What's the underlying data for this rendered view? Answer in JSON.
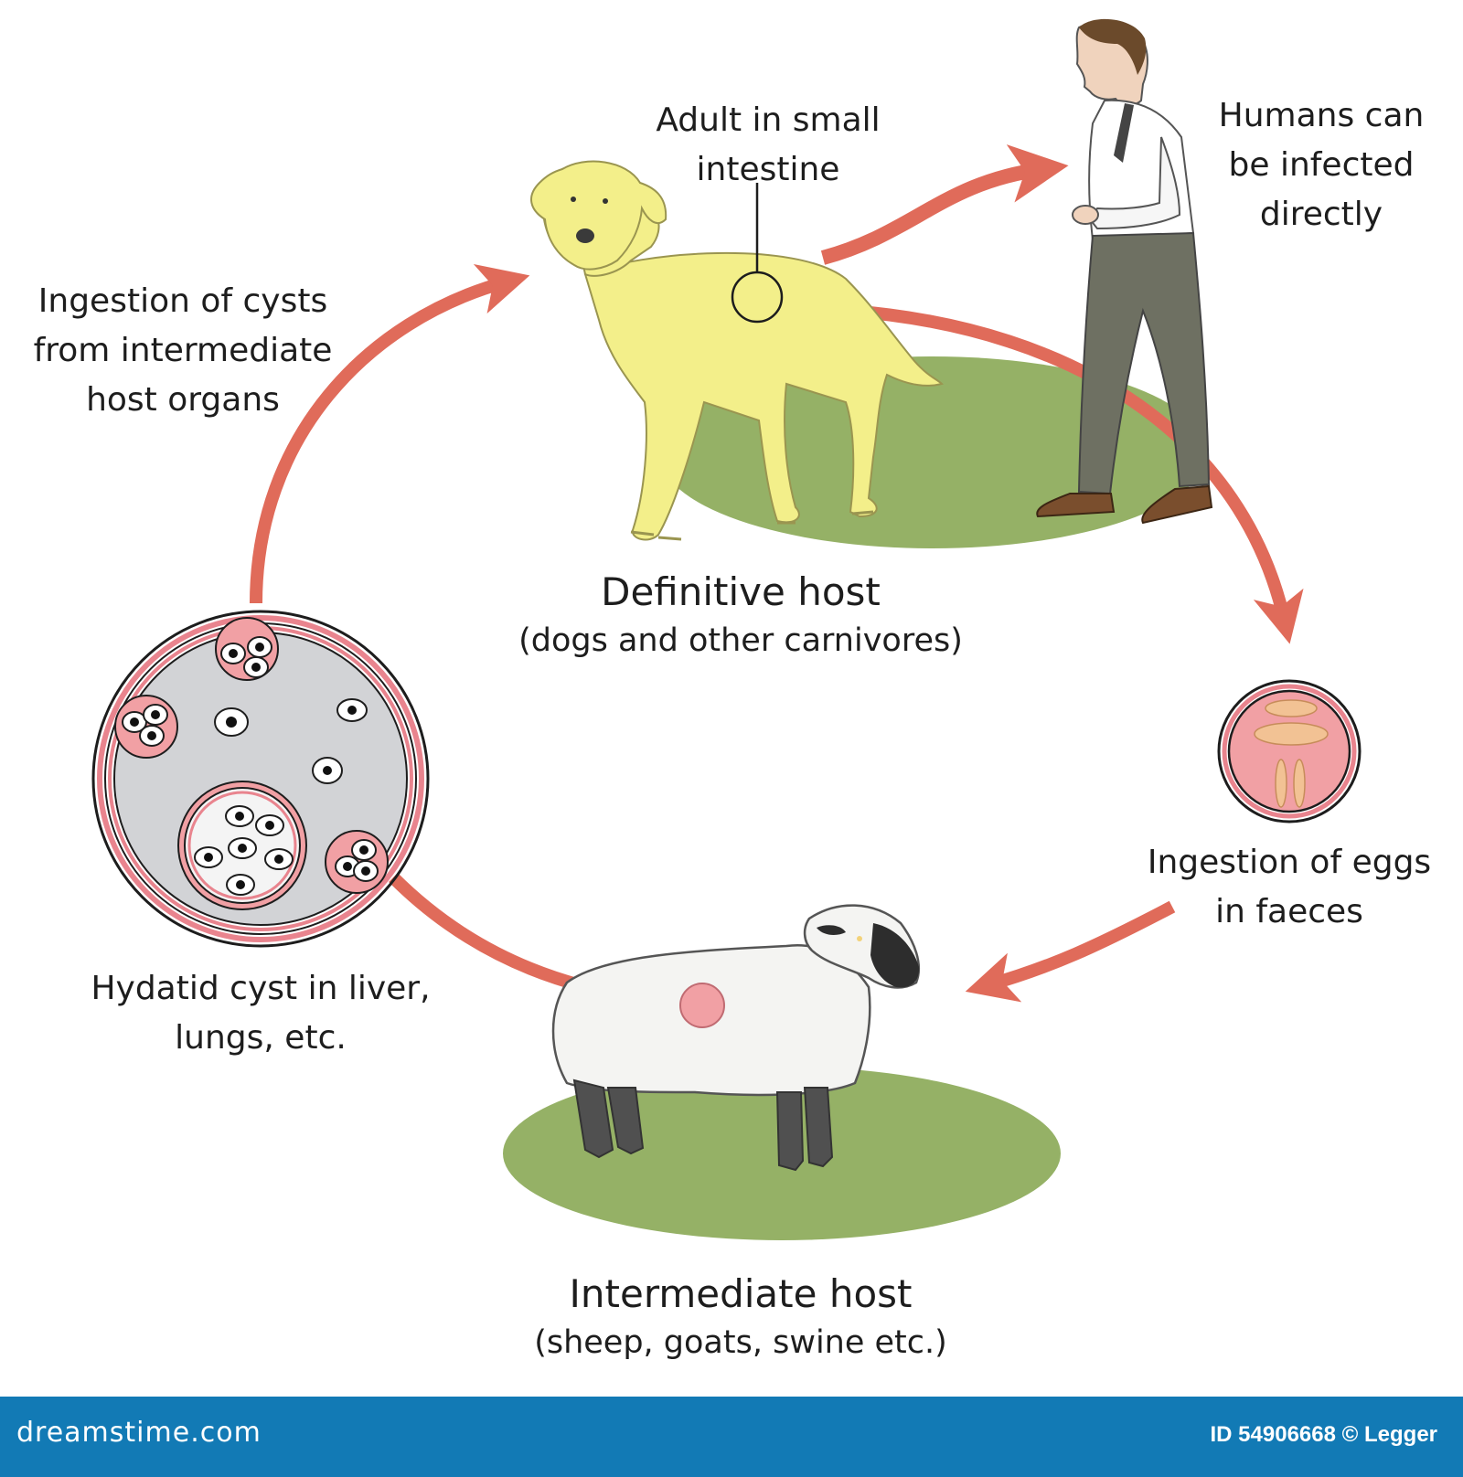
{
  "diagram": {
    "labels": {
      "adult_in_intestine": [
        "Adult in small",
        "intestine"
      ],
      "humans_infected": [
        "Humans can",
        "be infected",
        "directly"
      ],
      "ingestion_of_cysts": [
        "Ingestion of cysts",
        "from intermediate",
        "host organs"
      ],
      "definitive_host": {
        "title": "Definitive host",
        "subtitle": "(dogs and other carnivores)"
      },
      "ingestion_of_eggs": [
        "Ingestion of eggs",
        "in faeces"
      ],
      "hydatid_cyst": [
        "Hydatid cyst in liver,",
        "lungs, etc."
      ],
      "intermediate_host": {
        "title": "Intermediate host",
        "subtitle": "(sheep, goats, swine etc.)"
      }
    },
    "colors": {
      "arrow": "#e06b5a",
      "dog": "#f3ef8a",
      "grass": "#8fad5e",
      "cyst_fill": "#d2d3d6",
      "cyst_ring": "#e9848e",
      "egg_fill": "#f1a0a4",
      "egg_inner": "#f2c294",
      "footer": "#127ab5"
    },
    "icons": [
      "dog-illustration",
      "human-illustration",
      "sheep-illustration",
      "hydatid-cyst-illustration",
      "egg-illustration"
    ]
  },
  "footer": {
    "brand": "dreamstime.com",
    "stock_id": "ID 54906668 © Legger"
  }
}
